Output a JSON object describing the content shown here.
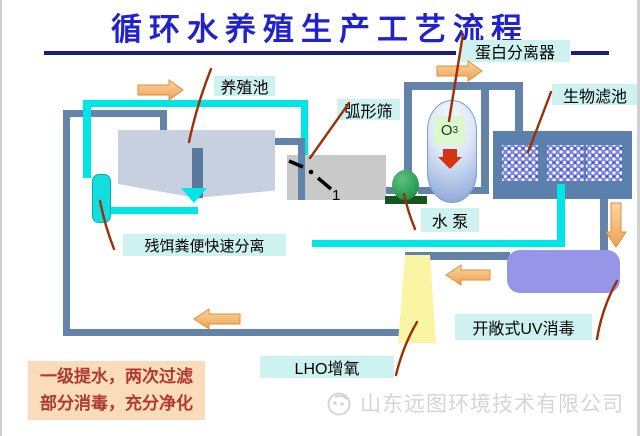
{
  "title": {
    "text": "循环水养殖生产工艺流程",
    "color": "#2222cc"
  },
  "labels": {
    "pond": "养殖池",
    "arc_screen": "弧形筛",
    "protein_separator": "蛋白分离器",
    "biofilter": "生物滤池",
    "pump": "水 泵",
    "waste_separation": "残饵粪便快速分离",
    "uv": "开敞式UV消毒",
    "lho": "LHO增氧"
  },
  "ozone": {
    "symbol": "O",
    "subscript": "3"
  },
  "arc_screen_mark": "1",
  "summary_box": {
    "line1": "一级提水，两次过滤",
    "line2": "部分消毒，充分净化",
    "text_color": "#b03a30",
    "bg": "#fbdcba"
  },
  "watermark": {
    "text": "山东远图环境技术有限公司",
    "color": "#d5d5d5"
  },
  "colors": {
    "title_blue": "#2222cc",
    "underline_navy": "#1c1c7e",
    "pipe_gray": "#6384a8",
    "pipe_cyan": "#00e6e6",
    "label_bg": "#cdf2ef",
    "pond_fill": "#c6d0de",
    "arc_screen_box": "#c9c9c9",
    "biofilter_fill": "#5b80ae",
    "uv_fill": "#9795e8",
    "lho_beam_yellow": "#f9f5a3",
    "orange_arrow": "#f5b36e",
    "ozone_arrow_red": "#d63310",
    "leader_line": "#9c3008",
    "pump_green": "#2e9e57"
  }
}
